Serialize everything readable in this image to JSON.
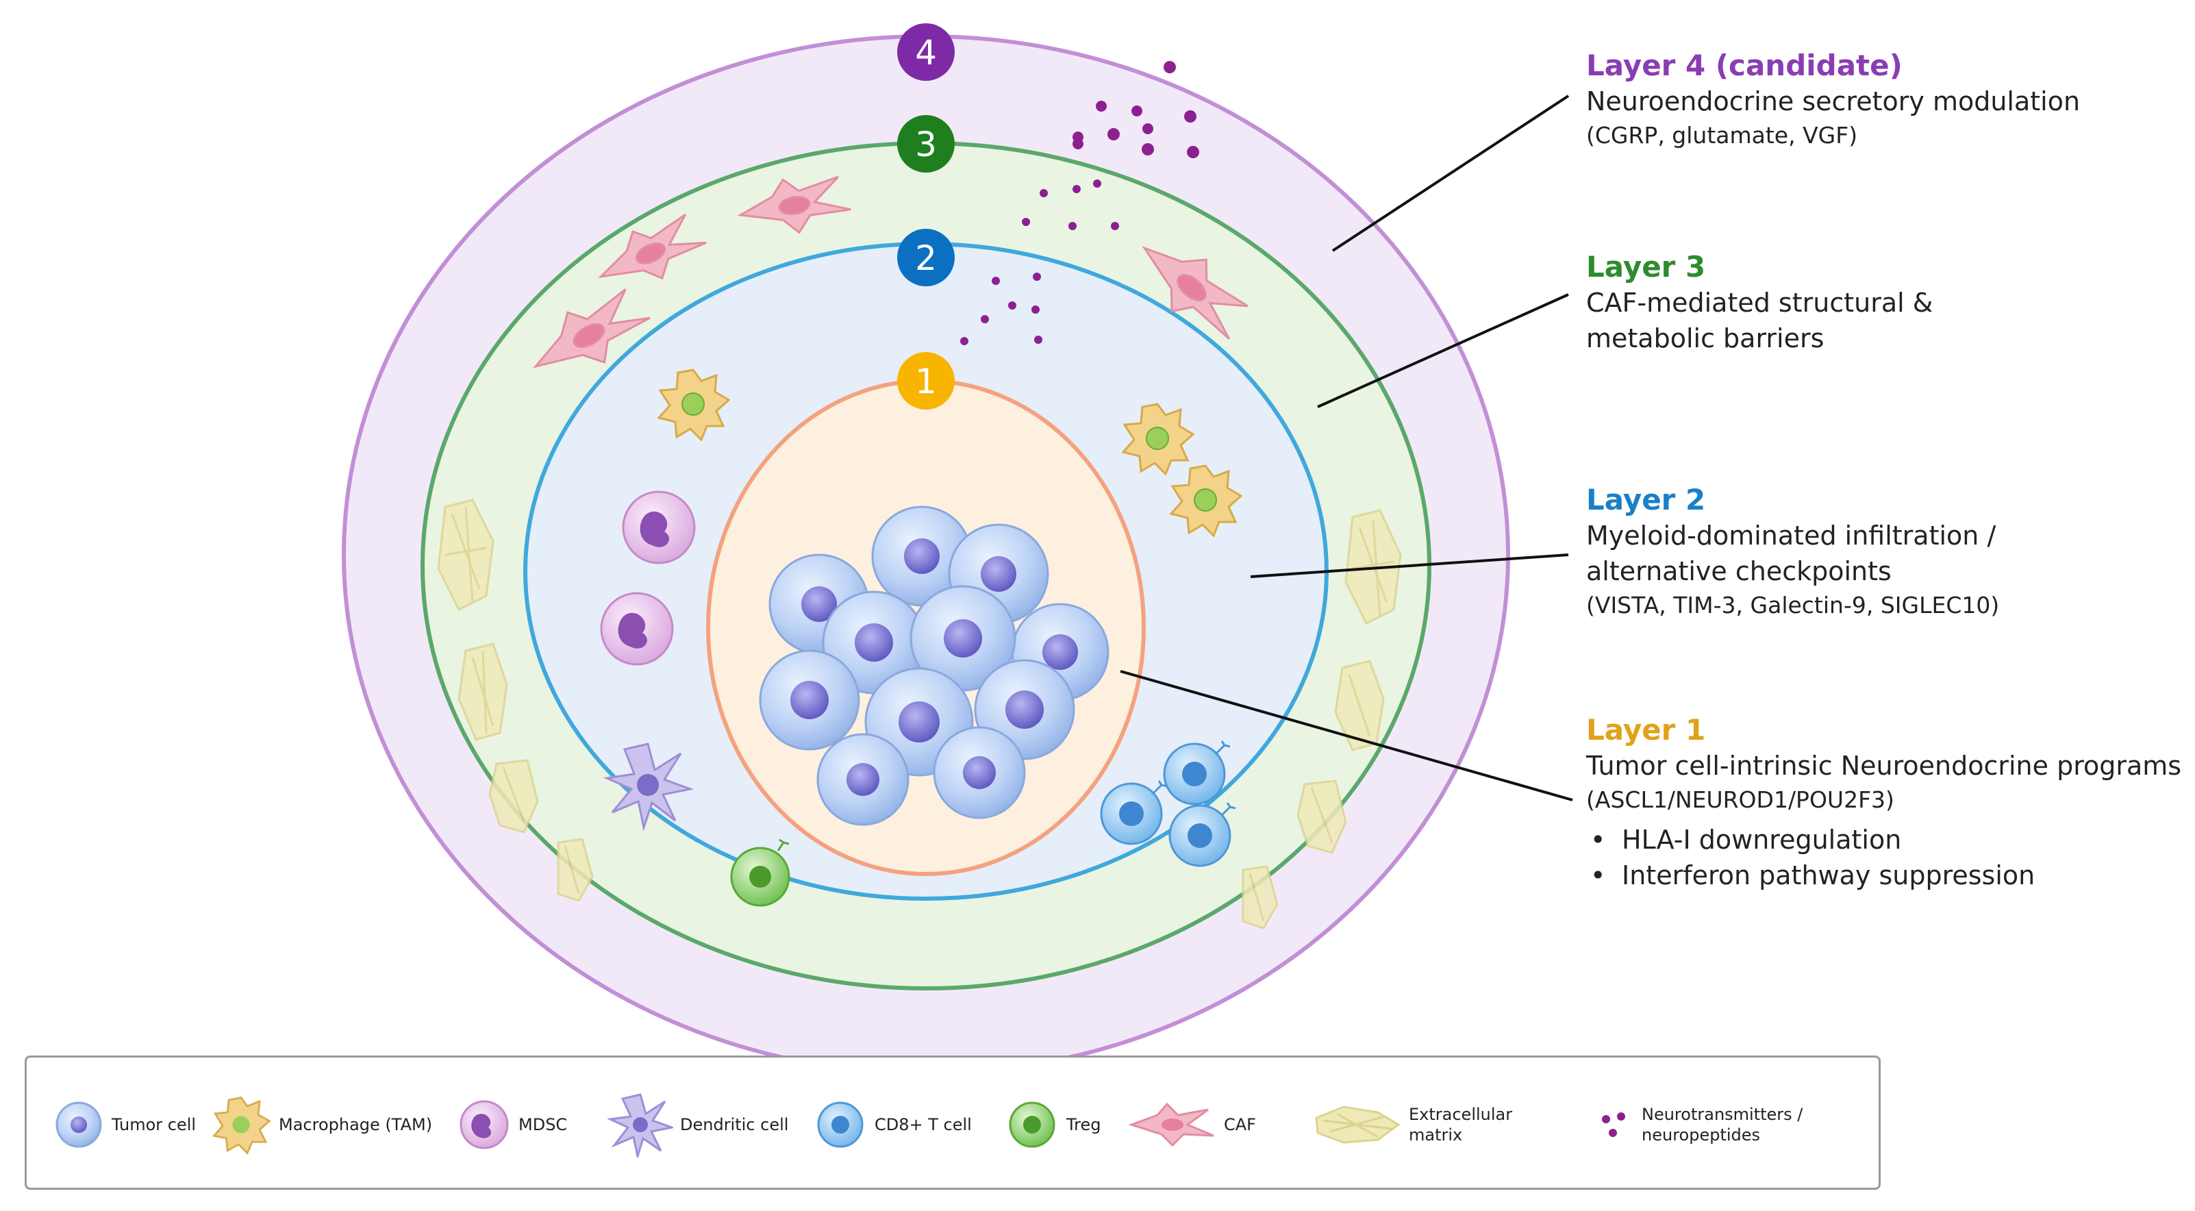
{
  "badges": [
    "1",
    "2",
    "3",
    "4"
  ],
  "layers": [
    {
      "id": "layer1",
      "title": "Layer 1",
      "description": "Tumor cell-intrinsic Neuroendocrine programs",
      "detail": "(ASCL1/NEUROD1/POU2F3)",
      "bullets": [
        "HLA-I downregulation",
        "Interferon pathway suppression"
      ],
      "color": "#e0a21a"
    },
    {
      "id": "layer2",
      "title": "Layer 2",
      "description": "Myeloid-dominated infiltration / alternative checkpoints",
      "detail": "(VISTA, TIM-3, Galectin-9, SIGLEC10)",
      "color": "#1a7fc8"
    },
    {
      "id": "layer3",
      "title": "Layer 3",
      "description": "CAF-mediated structural & metabolic barriers",
      "color": "#2e8b2e"
    },
    {
      "id": "layer4",
      "title": "Layer 4 (candidate)",
      "description": "Neuroendocrine secretory modulation",
      "detail": "(CGRP, glutamate, VGF)",
      "color": "#8a3db3"
    }
  ],
  "bullet_glyph": "•",
  "legend": [
    {
      "label": "Tumor cell",
      "icon": "tumor-cell-icon"
    },
    {
      "label": "Macrophage (TAM)",
      "icon": "macrophage-icon"
    },
    {
      "label": "MDSC",
      "icon": "mdsc-icon"
    },
    {
      "label": "Dendritic cell",
      "icon": "dendritic-cell-icon"
    },
    {
      "label": "CD8+ T cell",
      "icon": "cd8-t-cell-icon"
    },
    {
      "label": "Treg",
      "icon": "treg-icon"
    },
    {
      "label": "CAF",
      "icon": "caf-icon"
    },
    {
      "label": "Extracellular matrix",
      "icon": "extracellular-matrix-icon"
    },
    {
      "label": "Neurotransmitters / neuropeptides",
      "icon": "neurotransmitter-dots-icon"
    }
  ],
  "colors": {
    "layer1_ring": "#f4a27e",
    "layer1_fill": "#fdf0df",
    "layer2_ring": "#3fa8dc",
    "layer2_fill": "#e6eef9",
    "layer3_ring": "#5aa86a",
    "layer3_fill": "#eaf4e3",
    "layer4_ring": "#c28fd6",
    "layer4_fill": "#f2e9f8",
    "badge1": "#f7b500",
    "badge2": "#0b6fc2",
    "badge3": "#1f7f1f",
    "badge4": "#7e2aa6",
    "tumor": "#a9c3f2",
    "nucleus": "#6f6bd0",
    "macrophage": "#f3d38a",
    "mdsc": "#d7a3db",
    "dendritic": "#bcb2e6",
    "tcell": "#8cc4ef",
    "treg": "#9ad67a",
    "caf": "#f2b8c6",
    "ecm": "#e9e2ae",
    "neuro_dot": "#8d2090"
  }
}
